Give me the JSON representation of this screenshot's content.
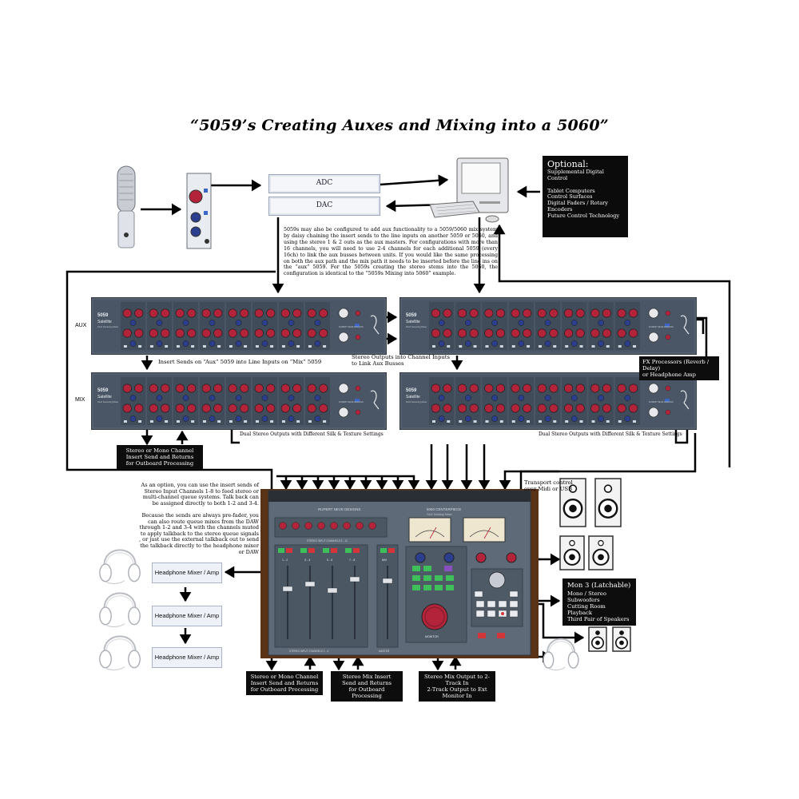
{
  "title": "“5059’s Creating Auxes and Mixing into a 5060”",
  "rack_units": {
    "adc": "ADC",
    "dac": "DAC"
  },
  "description": "5059s may also be configured to add aux functionality to a 5059/5060 mix system by daisy chaining the insert sends to the line inputs on another 5059 or 5060, and using the stereo 1 & 2 outs as the aux masters. For configurations with more than 16 channels, you will need to use 2-4 channels for each additional 5059 (every 16ch) to link the aux busses between units. If you would like the same processing on both the aux path and the mix path it needs to be inserted before the line ins on the “aux” 5059. For the 5059s creating the stereo stems into the 5060, the configuration is identical to the “5059s Mixing into 5060” example.",
  "optional": {
    "heading": "Optional:",
    "lines": [
      "Supplemental Digital Control",
      "",
      "Tablet Computers",
      "Control Surfaces",
      "Digital Faders / Rotary Encoders",
      "Future Control Technology"
    ]
  },
  "row_labels": {
    "aux": "AUX",
    "mix": "MIX"
  },
  "satellite": {
    "model": "5059",
    "name": "Satellite",
    "sub": "16x2 Summing Mixer",
    "brand": "RUPERT NEVE DESIGNS"
  },
  "console": {
    "brand": "RUPERT NEVE DESIGNS",
    "model": "5060 CENTERPIECE",
    "sub": "24x2 Desktop Mixer",
    "section_a": "STEREO INPUT CHANNELS 1 - 4",
    "section_b": "STEREO INPUT CHANNELS 5 - 12",
    "section_c": "MASTER",
    "ch_labels": [
      "1 - 2",
      "3 - 4",
      "5 - 6",
      "7 - 8"
    ],
    "master_label": "MIX",
    "monitor_label": "MONITOR"
  },
  "labels": {
    "insert_aux_to_mix": "Insert Sends on “Aux” 5059 into Line Inputs on “Mix” 5059",
    "stereo_outputs_aux": "Stereo Outputs into Channel Inputs\nto Link Aux Busses",
    "dual_stereo_left": "Dual Stereo Outputs with Different Silk & Texture Settings",
    "dual_stereo_right": "Dual Stereo Outputs with Different Silk & Texture Settings",
    "fx_processors": "FX Processors (Reverb / Delay)\nor Headphone Amp",
    "mono_channel_insert": "Stereo or Mono Channel\nInsert Send and Returns\nfor Outboard Processing",
    "talkback_note_1": "As an option, you can use the insert sends of Stereo Input Channels 1-8 to feed stereo or multi-channel queue systems. Talk back can be assigned directly to both 1-2 and 3-4.",
    "talkback_note_2": "Because the sends are always pre-fader, you can also route queue mixes from the DAW through 1-2 and 3-4 with the channels muted to apply talkback to the stereo queue signals , or just use the external talkback out to send the talkback directly to the headphone mixer or DAW",
    "transport": "Transport control\nover Midi or USB",
    "mon3_title": "Mon 3 (Latchable)",
    "mon3_lines": "Mono / Stereo Subwoofers\nCutting Room Playback\nThird Pair of Speakers",
    "bottom_console_channel": "Stereo or Mono Channel\nInsert Send and Returns\nfor Outboard Processing",
    "bottom_stereo_mix": "Stereo Mix Insert\nSend and Returns\nfor Outboard Processing",
    "bottom_mix_output": "Stereo Mix Output to 2-Track In\n2-Track Output to Ext Monitor In"
  },
  "headphone_mixers": [
    "Headphone Mixer / Amp",
    "Headphone Mixer / Amp",
    "Headphone Mixer / Amp"
  ],
  "colors": {
    "panel": "#4a5665",
    "panel_dark": "#2f3944",
    "knob_red": "#b3243a",
    "knob_blue": "#2c3f8f",
    "wood": "#5a3216",
    "console_face": "#5e6a78",
    "led_green": "#3fbf5a",
    "led_red": "#d2353a"
  },
  "icons": [
    "microphone-icon",
    "preamp-icon",
    "computer-icon",
    "speaker-icon",
    "headphones-icon"
  ]
}
